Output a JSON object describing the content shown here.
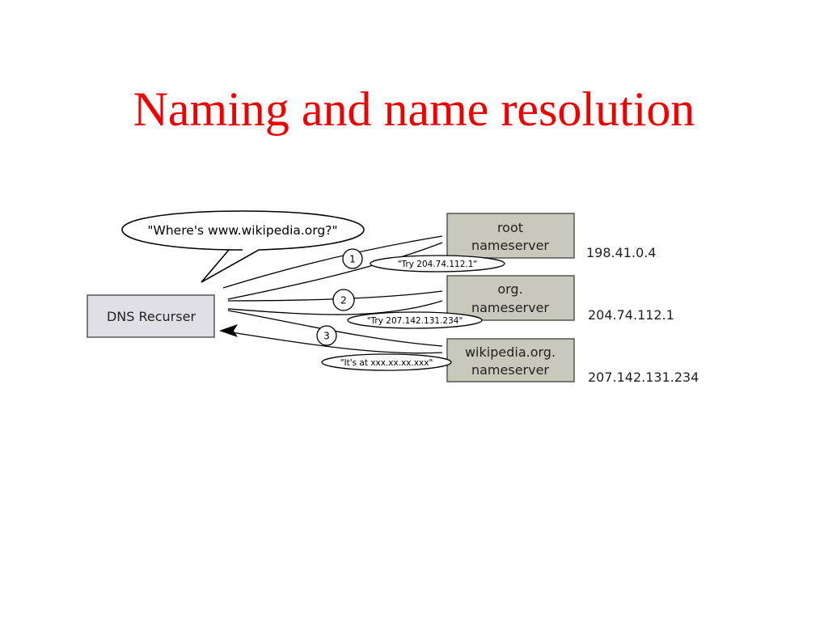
{
  "slide": {
    "title": "Naming and name resolution"
  },
  "diagram": {
    "query_bubble": "\"Where's www.wikipedia.org?\"",
    "recurser": "DNS Recurser",
    "servers": [
      {
        "line1": "root",
        "line2": "nameserver",
        "ip": "198.41.0.4"
      },
      {
        "line1": "org.",
        "line2": "nameserver",
        "ip": "204.74.112.1"
      },
      {
        "line1": "wikipedia.org.",
        "line2": "nameserver",
        "ip": "207.142.131.234"
      }
    ],
    "steps": [
      "1",
      "2",
      "3"
    ],
    "replies": [
      "\"Try 204.74.112.1\"",
      "\"Try 207.142.131.234\"",
      "\"It's at xxx.xx.xx.xxx\""
    ],
    "colors": {
      "title": "#ee0000",
      "recurser_fill": "#e0e0e4",
      "server_fill": "#c8c8bc",
      "stroke": "#000000"
    }
  }
}
